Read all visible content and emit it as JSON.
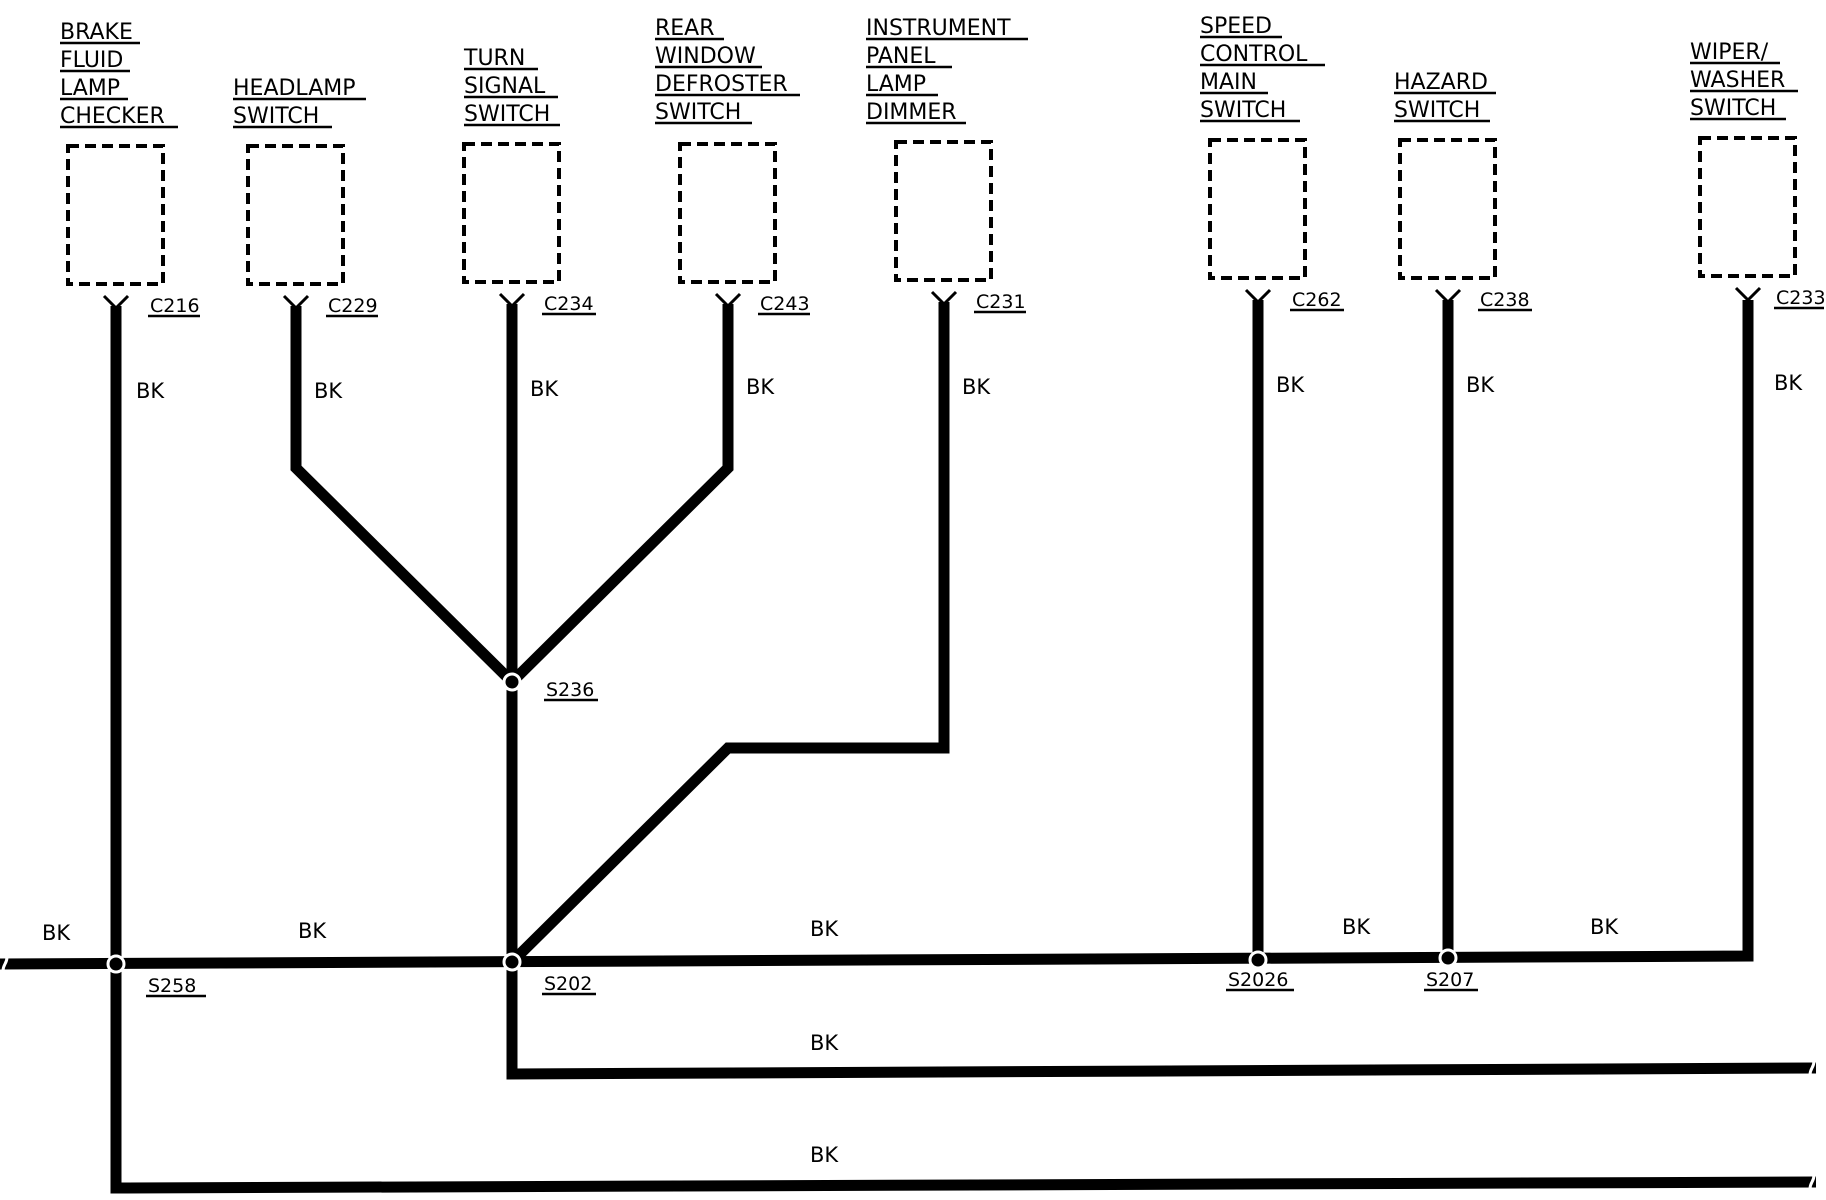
{
  "components": [
    {
      "id": "brake-fluid-lamp-checker",
      "label_lines": [
        "BRAKE",
        "FLUID",
        "LAMP",
        "CHECKER"
      ],
      "connector": "C216"
    },
    {
      "id": "headlamp-switch",
      "label_lines": [
        "HEADLAMP",
        "SWITCH"
      ],
      "connector": "C229"
    },
    {
      "id": "turn-signal-switch",
      "label_lines": [
        "TURN",
        "SIGNAL",
        "SWITCH"
      ],
      "connector": "C234"
    },
    {
      "id": "rear-window-defroster-switch",
      "label_lines": [
        "REAR",
        "WINDOW",
        "DEFROSTER",
        "SWITCH"
      ],
      "connector": "C243"
    },
    {
      "id": "instrument-panel-lamp-dimmer",
      "label_lines": [
        "INSTRUMENT",
        "PANEL",
        "LAMP",
        "DIMMER"
      ],
      "connector": "C231"
    },
    {
      "id": "speed-control-main-switch",
      "label_lines": [
        "SPEED",
        "CONTROL",
        "MAIN",
        "SWITCH"
      ],
      "connector": "C262"
    },
    {
      "id": "hazard-switch",
      "label_lines": [
        "HAZARD",
        "SWITCH"
      ],
      "connector": "C238"
    },
    {
      "id": "wiper-washer-switch",
      "label_lines": [
        "WIPER/",
        "WASHER",
        "SWITCH"
      ],
      "connector": "C233"
    }
  ],
  "splices": [
    "S236",
    "S258",
    "S202",
    "S2026",
    "S207"
  ],
  "wire_color": "BK",
  "colors": {
    "ink": "#000000",
    "background": "#ffffff"
  }
}
